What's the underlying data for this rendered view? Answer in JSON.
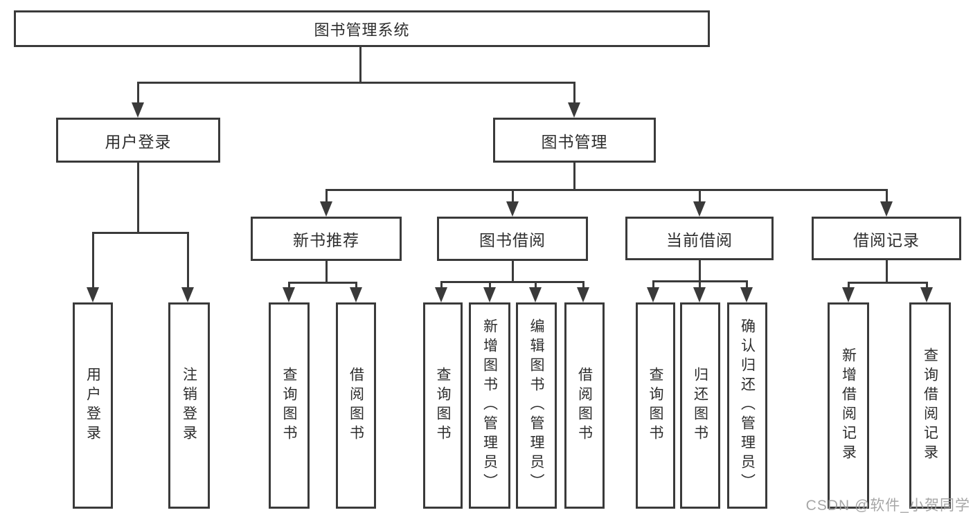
{
  "tree": {
    "root": {
      "label": "图书管理系统",
      "children": [
        {
          "label": "用户登录",
          "children": [
            {
              "label": "用户登录"
            },
            {
              "label": "注销登录"
            }
          ]
        },
        {
          "label": "图书管理",
          "children": [
            {
              "label": "新书推荐",
              "children": [
                {
                  "label": "查询图书"
                },
                {
                  "label": "借阅图书"
                }
              ]
            },
            {
              "label": "图书借阅",
              "children": [
                {
                  "label": "查询图书"
                },
                {
                  "label": "新增图书（管理员）"
                },
                {
                  "label": "编辑图书（管理员）"
                },
                {
                  "label": "借阅图书"
                }
              ]
            },
            {
              "label": "当前借阅",
              "children": [
                {
                  "label": "查询图书"
                },
                {
                  "label": "归还图书"
                },
                {
                  "label": "确认归还（管理员）"
                }
              ]
            },
            {
              "label": "借阅记录",
              "children": [
                {
                  "label": "新增借阅记录"
                },
                {
                  "label": "查询借阅记录"
                }
              ]
            }
          ]
        }
      ]
    }
  },
  "watermark": {
    "text": "CSDN @软件_小贺同学"
  },
  "colors": {
    "line": "#3a3a3a",
    "text": "#2d2d2d",
    "box_background": "#ffffff",
    "page_background": "#ffffff",
    "watermark": "#9d9d9d"
  }
}
